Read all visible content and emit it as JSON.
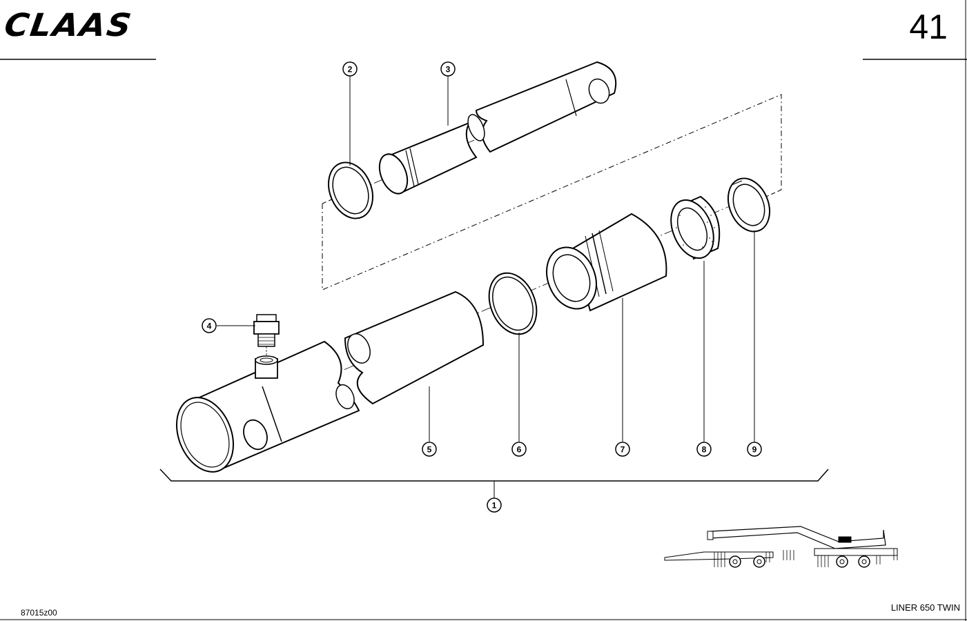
{
  "header": {
    "brand": "CLAAS",
    "page_number": "41"
  },
  "footer": {
    "drawing_code": "87015z00",
    "model": "LINER 650 TWIN"
  },
  "callouts": [
    {
      "id": "1",
      "label": "1"
    },
    {
      "id": "2",
      "label": "2"
    },
    {
      "id": "3",
      "label": "3"
    },
    {
      "id": "4",
      "label": "4"
    },
    {
      "id": "5",
      "label": "5"
    },
    {
      "id": "6",
      "label": "6"
    },
    {
      "id": "7",
      "label": "7"
    },
    {
      "id": "8",
      "label": "8"
    },
    {
      "id": "9",
      "label": "9"
    }
  ]
}
